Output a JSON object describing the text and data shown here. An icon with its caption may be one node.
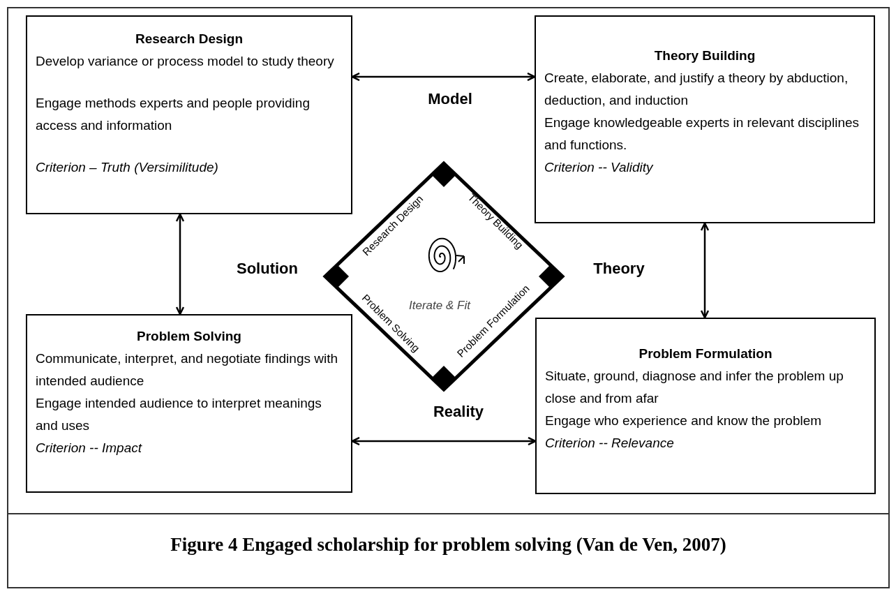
{
  "diagram": {
    "caption": "Figure 4 Engaged scholarship for problem solving (Van de Ven, 2007)",
    "nodes": [
      {
        "text": [
          "Research Design",
          "Develop variance or process model to study theory",
          "Engage methods experts and people providing access and information",
          "Criterion – Truth (Versimilitude)"
        ]
      },
      {
        "text": [
          "Theory Building",
          "Create, elaborate, and justify a theory by abduction, deduction, and induction",
          "Engage knowledgeable experts in relevant disciplines and functions.",
          "Criterion -- Validity"
        ]
      },
      {
        "text": [
          "Problem Solving",
          "Communicate, interpret, and negotiate findings with intended audience",
          "Engage intended audience to interpret meanings and uses",
          "Criterion -- Impact"
        ]
      },
      {
        "text": [
          "Problem Formulation",
          "Situate, ground, diagnose and infer the problem up close and from afar",
          "Engage who experience and know the problem",
          "Criterion -- Relevance"
        ]
      },
      {
        "text": [
          "Research Design",
          "Theory Building",
          "Problem Solving",
          "Problem Formulation",
          "Iterate & Fit"
        ]
      }
    ],
    "edges": [
      {
        "from": 0,
        "to": 1,
        "arrow": "both"
      },
      {
        "from": 0,
        "to": 2,
        "arrow": "both"
      },
      {
        "from": 1,
        "to": 3,
        "arrow": "both"
      },
      {
        "from": 2,
        "to": 3,
        "arrow": "both"
      }
    ],
    "labels": [
      "Model",
      "Solution",
      "Theory",
      "Reality"
    ]
  }
}
